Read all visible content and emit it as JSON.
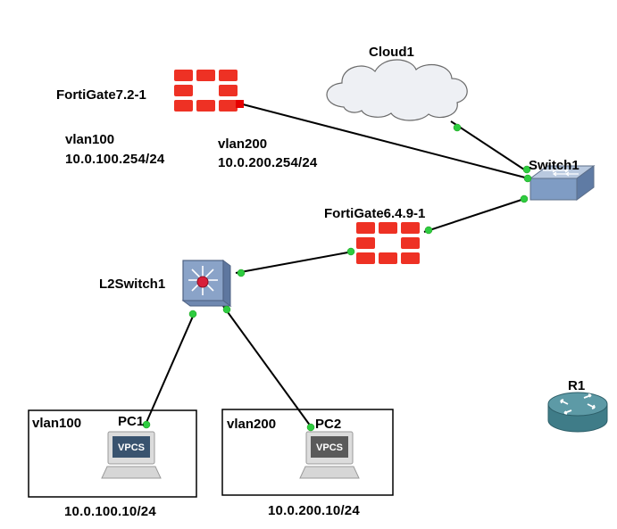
{
  "nodes": {
    "fortigate72": {
      "name": "FortiGate7.2-1"
    },
    "cloud": {
      "name": "Cloud1"
    },
    "switch1": {
      "name": "Switch1"
    },
    "fortigate649": {
      "name": "FortiGate6.4.9-1"
    },
    "l2switch": {
      "name": "L2Switch1"
    },
    "pc1": {
      "name": "PC1",
      "badge": "VPCS"
    },
    "pc2": {
      "name": "PC2",
      "badge": "VPCS"
    },
    "r1": {
      "name": "R1"
    }
  },
  "notes": {
    "vlan100_top": "vlan100",
    "vlan100_top_ip": "10.0.100.254/24",
    "vlan200_top": "vlan200",
    "vlan200_top_ip": "10.0.200.254/24",
    "vlan100_box": "vlan100",
    "vlan200_box": "vlan200",
    "pc1_ip": "10.0.100.10/24",
    "pc2_ip": "10.0.200.10/24"
  },
  "colors": {
    "fortinet_red": "#ee3124",
    "link_port_green": "#2ecc40",
    "switch_blue": "#7f9cc4",
    "router_teal": "#4a8a96"
  }
}
